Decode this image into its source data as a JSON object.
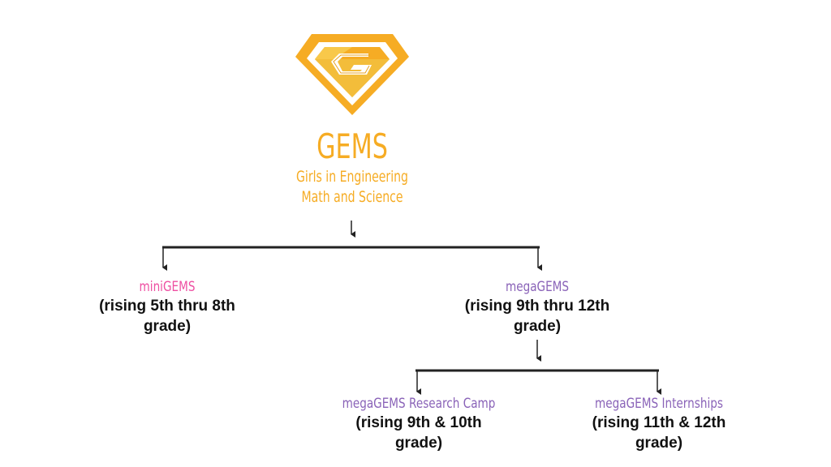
{
  "brand": {
    "title": "GEMS",
    "subtitle_line1": "Girls in Engineering",
    "subtitle_line2": "Math and Science",
    "logo_icon": "gem-g-logo",
    "color": "#f6ac24"
  },
  "nodes": {
    "mini": {
      "name": "miniGEMS",
      "desc_line1": "(rising 5th thru 8th",
      "desc_line2": "grade)",
      "color": "#ee4fa2"
    },
    "mega": {
      "name": "megaGEMS",
      "desc_line1": "(rising 9th thru 12th",
      "desc_line2": "grade)",
      "color": "#8a63b8"
    },
    "research": {
      "name": "megaGEMS Research Camp",
      "desc_line1": "(rising 9th & 10th",
      "desc_line2": "grade)",
      "color": "#8a63b8"
    },
    "intern": {
      "name": "megaGEMS Internships",
      "desc_line1": "(rising 11th & 12th",
      "desc_line2": "grade)",
      "color": "#8a63b8"
    }
  }
}
